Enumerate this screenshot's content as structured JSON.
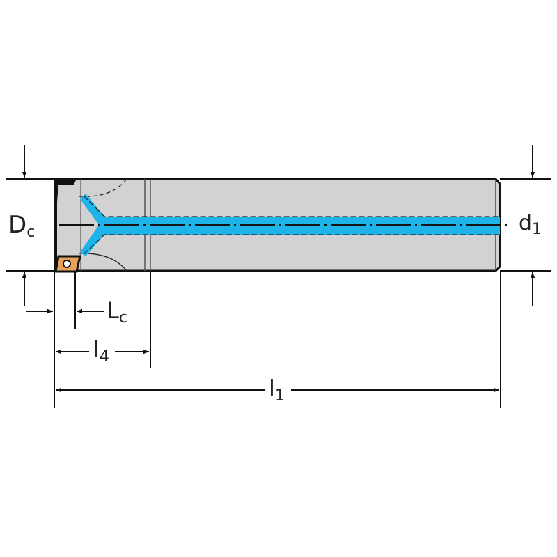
{
  "diagram": {
    "colors": {
      "body": "#d2d2d2",
      "coolant": "#1eb4ea",
      "insert": "#e8a35a",
      "line": "#111111"
    },
    "labels": {
      "Dc": {
        "main": "D",
        "sub": "c"
      },
      "d1": {
        "main": "d",
        "sub": "1"
      },
      "Lc": {
        "main": "L",
        "sub": "c"
      },
      "l4": {
        "main": "l",
        "sub": "4"
      },
      "l1": {
        "main": "l",
        "sub": "1"
      }
    }
  }
}
